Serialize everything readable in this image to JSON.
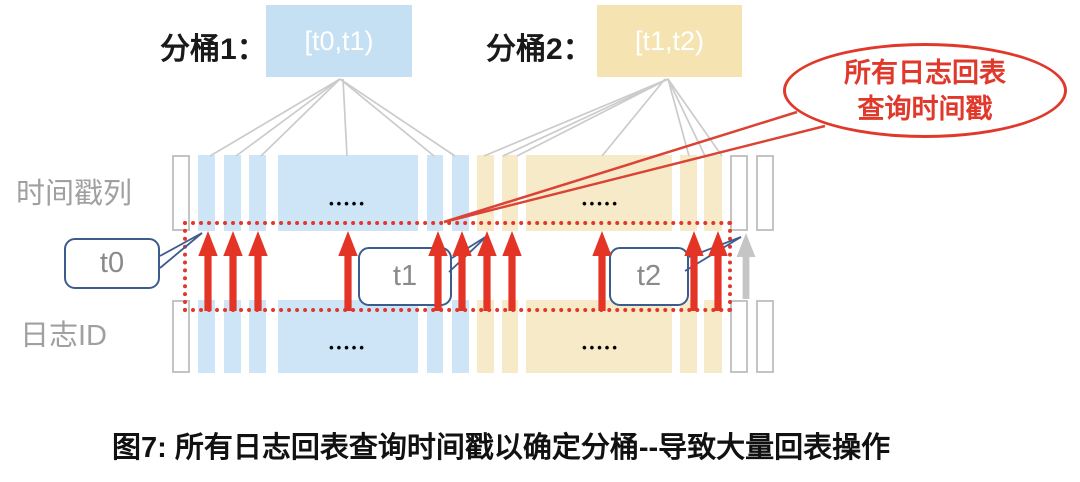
{
  "figure": {
    "caption": "图7: 所有日志回表查询时间戳以确定分桶--导致大量回表操作"
  },
  "buckets": [
    {
      "label": "分桶1：",
      "range": "[t0,t1)"
    },
    {
      "label": "分桶2：",
      "range": "[t1,t2)"
    }
  ],
  "rows": [
    {
      "label": "时间戳列"
    },
    {
      "label": "日志ID"
    }
  ],
  "markers": [
    {
      "label": "t0"
    },
    {
      "label": "t1"
    },
    {
      "label": "t2"
    }
  ],
  "callout": {
    "line1": "所有日志回表",
    "line2": "查询时间戳"
  },
  "ellipsis": "•••••",
  "colors": {
    "bucket1_fill": "#c6e0f3",
    "bucket2_fill": "#f5e3b2",
    "strip_blue": "#cde5f6",
    "strip_yellow": "#f7eac8",
    "arrow_red": "#e33425",
    "arrow_gray": "#c5c5c5",
    "dashed_red": "#e0382a",
    "marker_border": "#3d5c8e",
    "fan_line_gray": "#cbcbcb",
    "label_gray": "#a0a0a0"
  }
}
